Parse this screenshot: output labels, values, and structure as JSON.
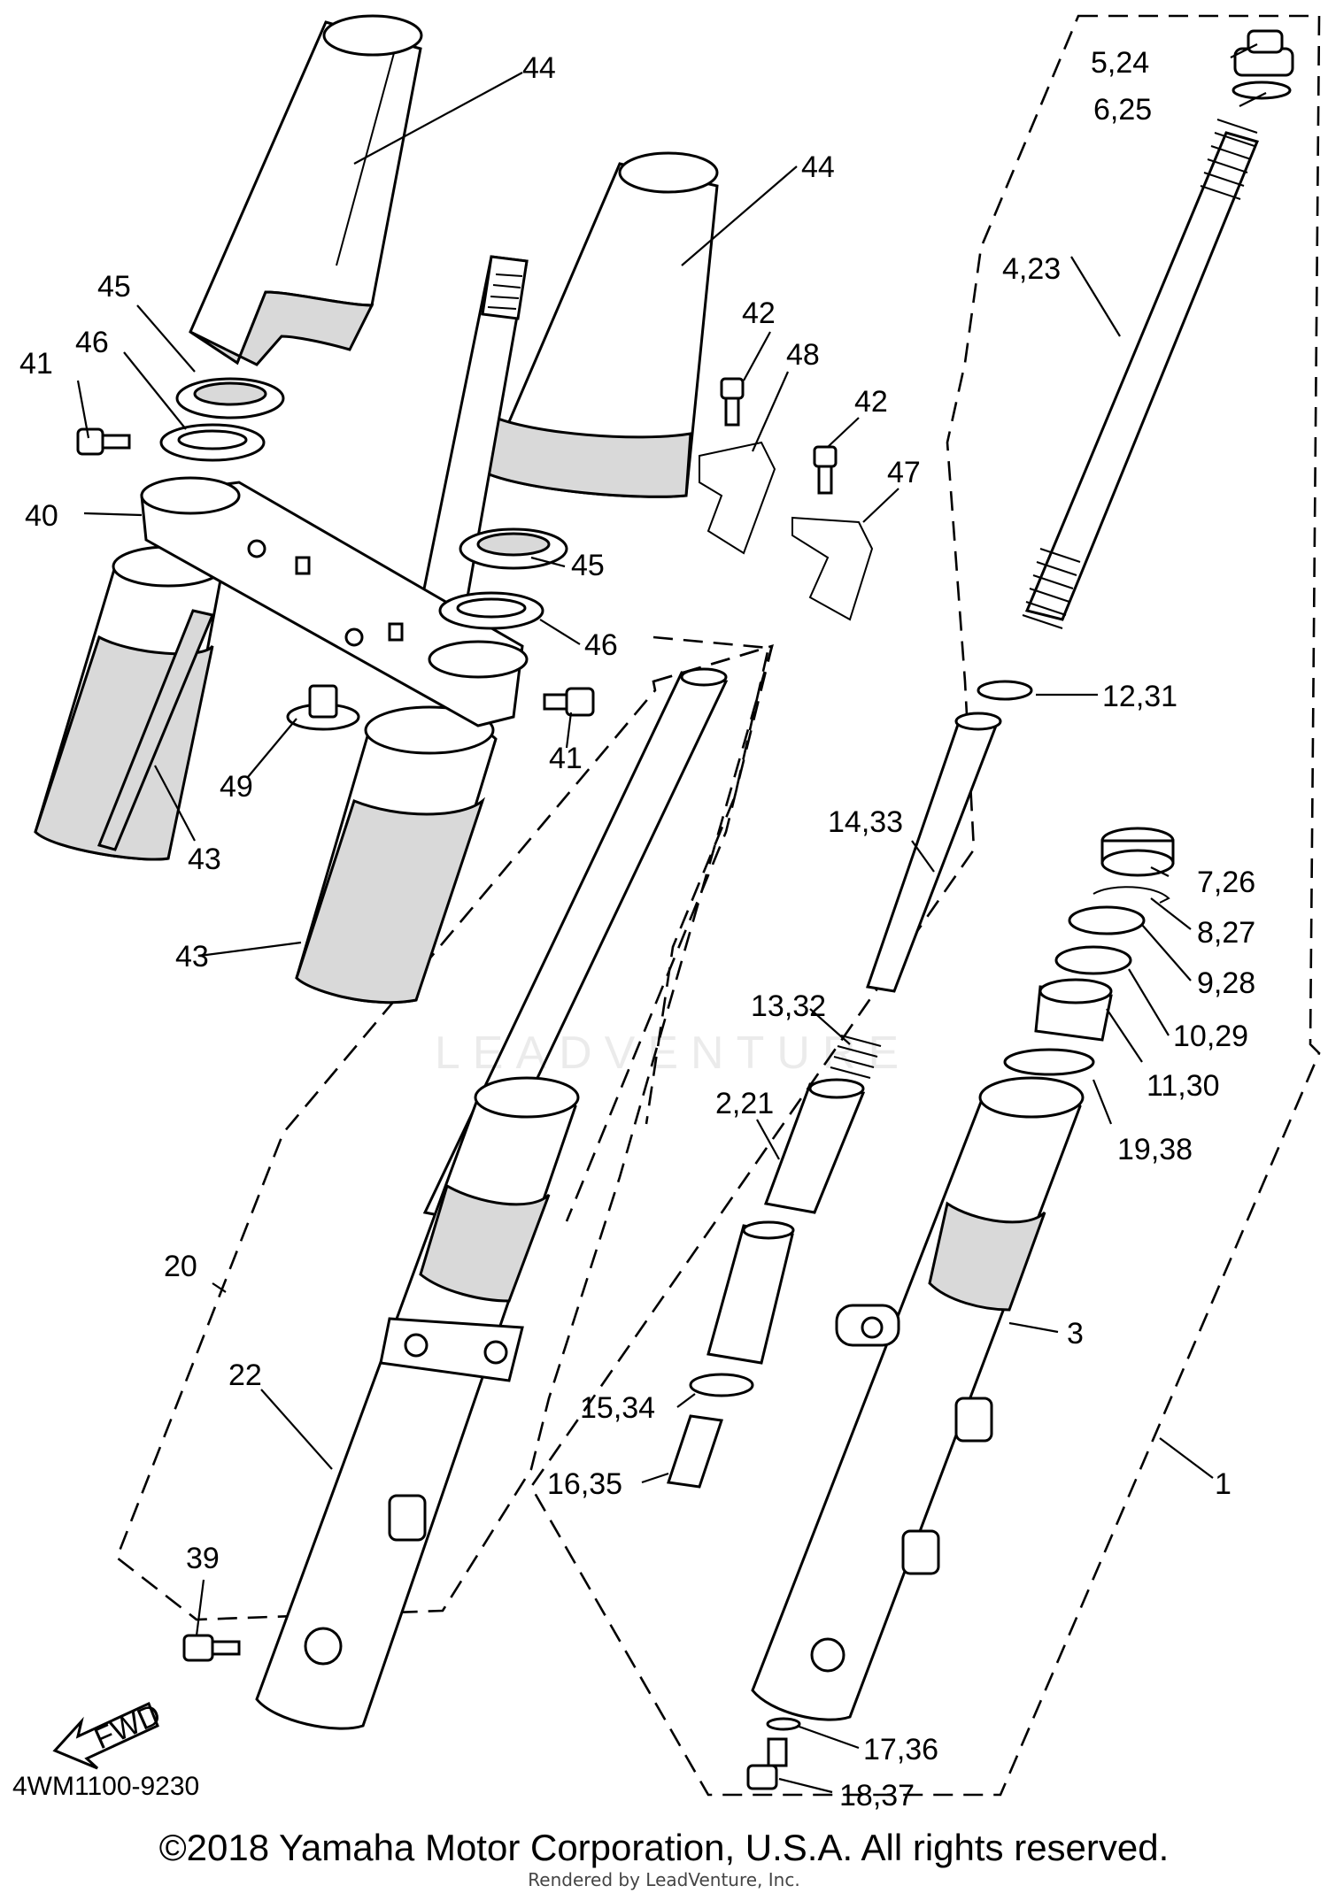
{
  "diagram": {
    "code": "4WM1100-9230",
    "copyright": "©2018 Yamaha Motor Corporation, U.S.A. All rights reserved.",
    "rendered_by": "Rendered by LeadVenture, Inc.",
    "watermark": "LEADVENTURE",
    "fwd_label": "FWD",
    "callouts": [
      "44",
      "44",
      "45",
      "46",
      "41",
      "40",
      "42",
      "48",
      "42",
      "47",
      "45",
      "46",
      "41",
      "49",
      "43",
      "43",
      "5,24",
      "6,25",
      "4,23",
      "12,31",
      "14,33",
      "7,26",
      "8,27",
      "9,28",
      "10,29",
      "13,32",
      "11,30",
      "19,38",
      "2,21",
      "20",
      "3",
      "22",
      "15,34",
      "1",
      "16,35",
      "39",
      "17,36",
      "18,37"
    ]
  }
}
